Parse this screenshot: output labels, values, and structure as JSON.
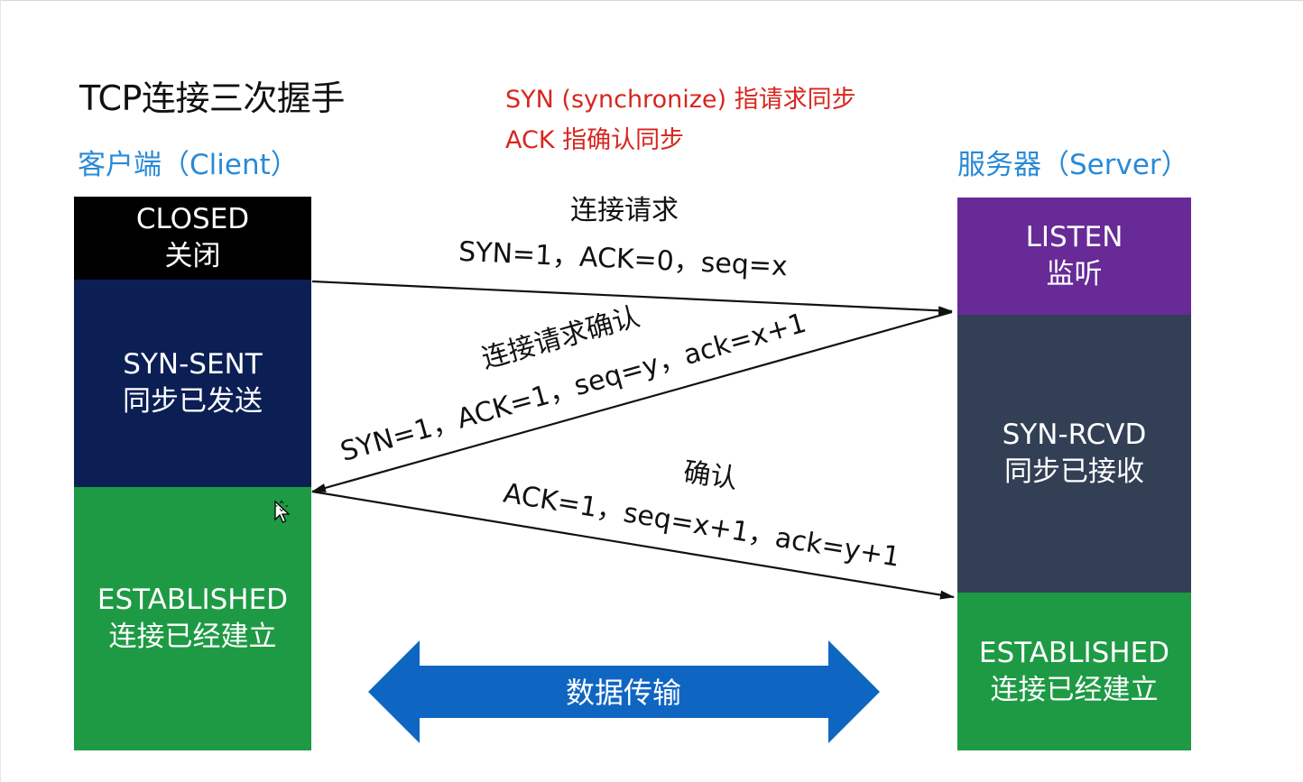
{
  "title": "TCP连接三次握手",
  "legend": {
    "syn": "SYN (synchronize)  指请求同步",
    "ack": "ACK  指确认同步"
  },
  "client": {
    "label": "客户端（Client）",
    "states": [
      {
        "name": "CLOSED",
        "desc": "关闭",
        "color": "#000000"
      },
      {
        "name": "SYN-SENT",
        "desc": "同步已发送",
        "color": "#0b1f54"
      },
      {
        "name": "ESTABLISHED",
        "desc": "连接已经建立",
        "color": "#1e9a45"
      }
    ]
  },
  "server": {
    "label": "服务器（Server）",
    "states": [
      {
        "name": "LISTEN",
        "desc": "监听",
        "color": "#672a96"
      },
      {
        "name": "SYN-RCVD",
        "desc": "同步已接收",
        "color": "#323f54"
      },
      {
        "name": "ESTABLISHED",
        "desc": "连接已经建立",
        "color": "#1e9a45"
      }
    ]
  },
  "messages": [
    {
      "title": "连接请求",
      "detail": "SYN=1，ACK=0，seq=x",
      "direction": "client-to-server"
    },
    {
      "title": "连接请求确认",
      "detail": "SYN=1，ACK=1，seq=y，ack=x+1",
      "direction": "server-to-client"
    },
    {
      "title": "确认",
      "detail": "ACK=1，seq=x+1，ack=y+1",
      "direction": "client-to-server"
    }
  ],
  "data_transfer": {
    "label": "数据传输",
    "color": "#0f66c2"
  },
  "colors": {
    "legend_red": "#d7261e",
    "side_label_blue": "#2a8ad6"
  },
  "icons": {
    "cursor": "move-cursor-icon"
  }
}
